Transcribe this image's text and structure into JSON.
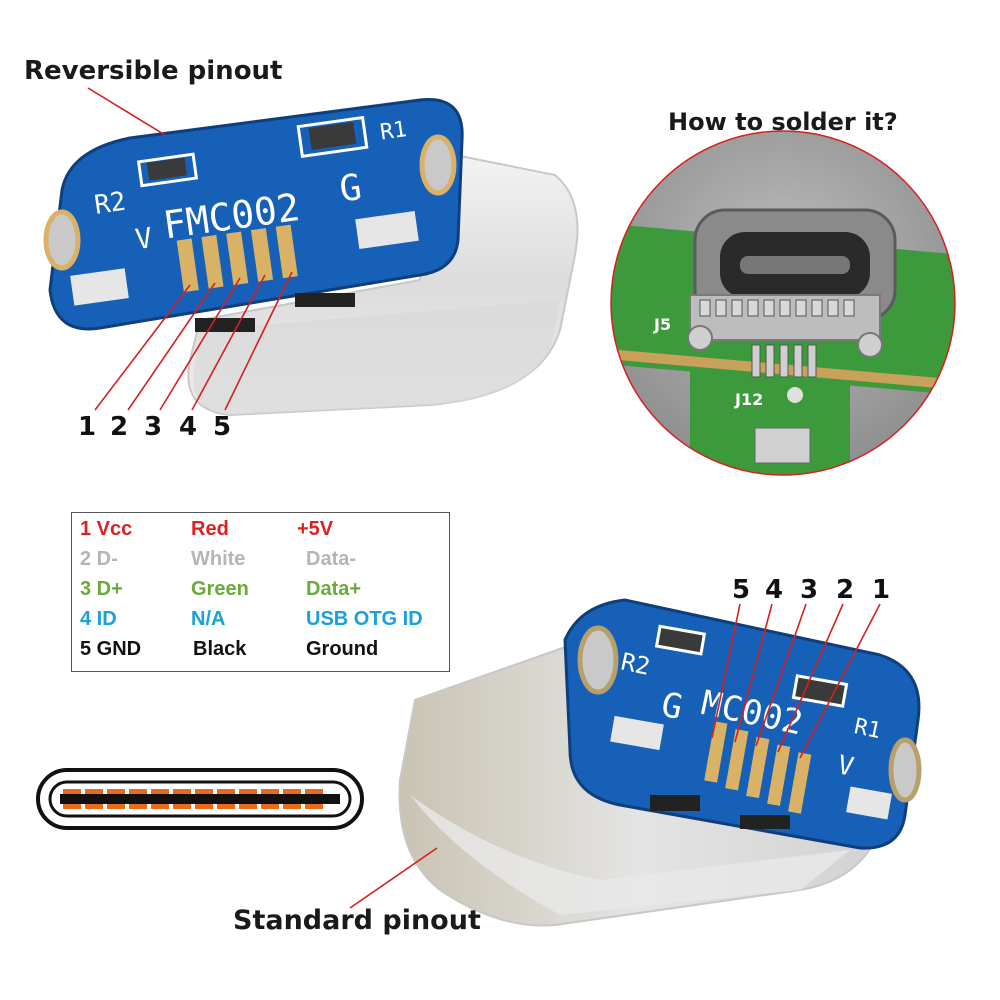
{
  "titles": {
    "reversible": "Reversible pinout",
    "howto": "How to solder it?",
    "standard": "Standard pinout"
  },
  "top_connector": {
    "pcb_text": "FMC002",
    "suffix": "G",
    "mark_v": "V",
    "r1": "R1",
    "r2": "R2",
    "pin_numbers": [
      "1",
      "2",
      "3",
      "4",
      "5"
    ]
  },
  "bottom_connector": {
    "pcb_text": "MC002",
    "prefix": "G",
    "mark_v": "V",
    "r1": "R1",
    "r2": "R2",
    "pin_numbers": [
      "5",
      "4",
      "3",
      "2",
      "1"
    ]
  },
  "photo_labels": {
    "j5": "J5",
    "j12": "J12"
  },
  "legend": {
    "rows": [
      {
        "pin": "1 Vcc",
        "wire": "Red",
        "signal": "+5V",
        "color": "#e02020"
      },
      {
        "pin": "2 D-",
        "wire": "White",
        "signal": "Data-",
        "color": "#b5b5b5"
      },
      {
        "pin": "3 D+",
        "wire": "Green",
        "signal": "Data+",
        "color": "#6aaa3a"
      },
      {
        "pin": "4 ID",
        "wire": "N/A",
        "signal": "USB OTG ID",
        "color": "#1aa0dc"
      },
      {
        "pin": "5 GND",
        "wire": "Black",
        "signal": "Ground",
        "color": "#111111"
      }
    ]
  },
  "colors": {
    "pcb_blue": "#1660b8",
    "pad_gold": "#d9b266",
    "leader_red": "#d62020",
    "board_green": "#3c9a3c",
    "pin_orange": "#e86a1a"
  }
}
